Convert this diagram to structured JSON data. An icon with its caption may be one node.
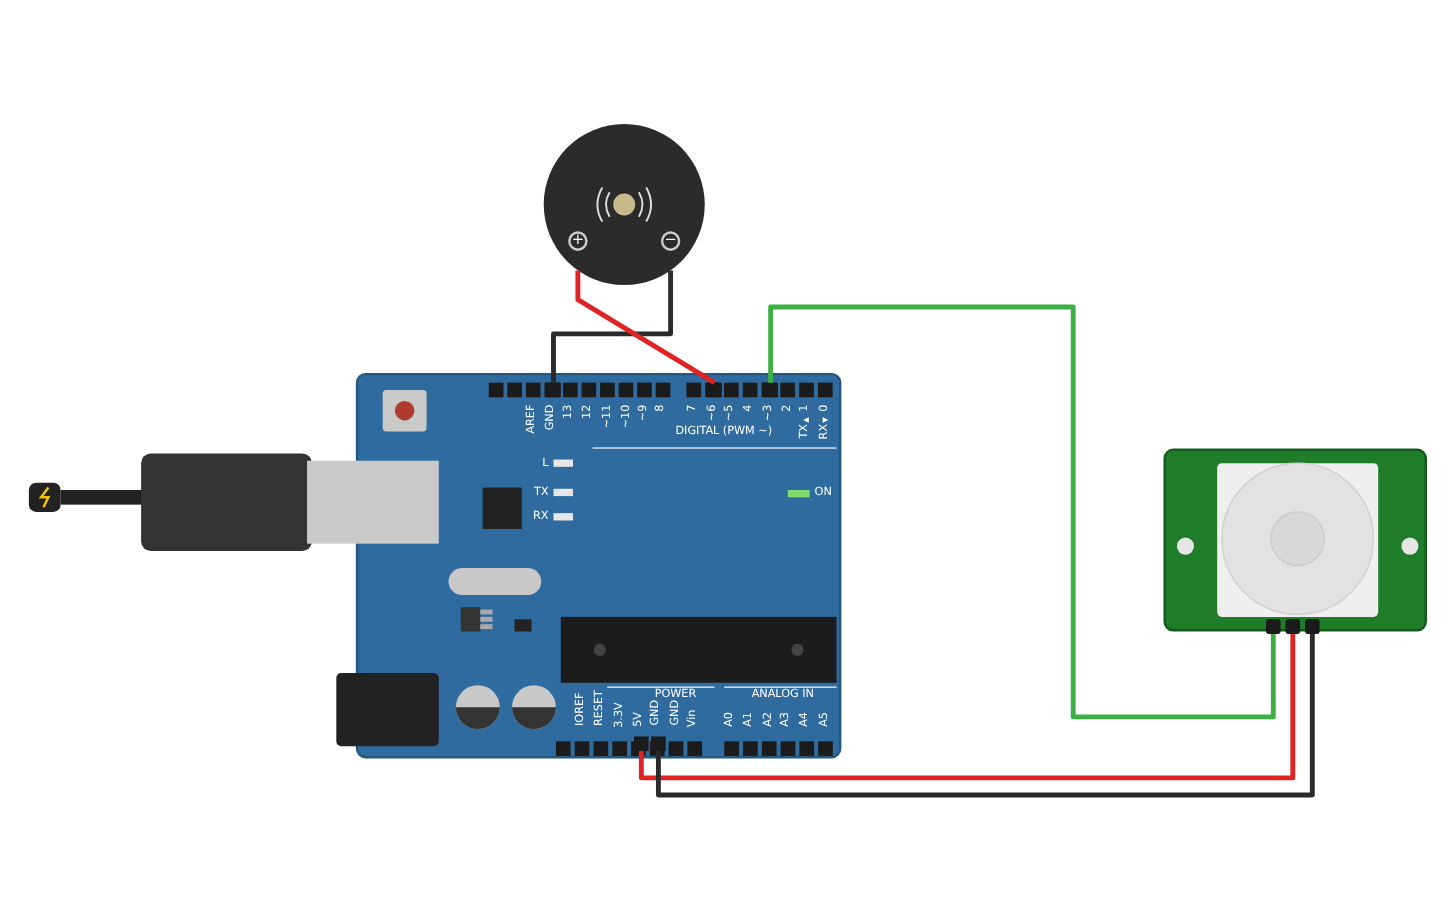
{
  "diagram": {
    "nodes": [
      {
        "text": [],
        "shape": "picture"
      },
      {
        "text": [
          "GND"
        ],
        "in": 0
      },
      {
        "text": [
          "~6"
        ],
        "in": 0
      },
      {
        "text": [
          "~3"
        ],
        "in": 0
      },
      {
        "text": [
          "5V"
        ],
        "in": 0
      },
      {
        "text": [
          "GND"
        ],
        "in": 0
      },
      {
        "text": [],
        "shape": "circle"
      },
      {
        "text": [
          "+"
        ],
        "in": 6
      },
      {
        "text": [
          "−"
        ],
        "in": 6
      },
      {
        "text": [],
        "shape": "picture"
      },
      {
        "text": [],
        "shape": "box",
        "in": 9
      },
      {
        "text": [],
        "shape": "box",
        "in": 9
      },
      {
        "text": [],
        "shape": "box",
        "in": 9
      }
    ],
    "edges": [
      {
        "from": 8,
        "to": 1,
        "arrow": "none",
        "color": "#2b2b2b"
      },
      {
        "from": 7,
        "to": 2,
        "arrow": "none",
        "color": "#e02424"
      },
      {
        "from": 3,
        "to": 10,
        "arrow": "none",
        "color": "#3cb043"
      },
      {
        "from": 4,
        "to": 11,
        "arrow": "none",
        "color": "#e02424"
      },
      {
        "from": 5,
        "to": 12,
        "arrow": "none",
        "color": "#2b2b2b"
      }
    ],
    "labels": [
      "AREF",
      "13",
      "12",
      "~11",
      "~10",
      "~9",
      "8",
      "7",
      "~5",
      "4",
      "2",
      "TX▸1",
      "RX◂0",
      "DIGITAL (PWM ~)",
      "L",
      "TX",
      "RX",
      "ON",
      "POWER",
      "ANALOG IN",
      "IOREF",
      "RESET",
      "3.3V",
      "GND",
      "Vin",
      "A0",
      "A1",
      "A2",
      "A3",
      "A4",
      "A5"
    ]
  }
}
